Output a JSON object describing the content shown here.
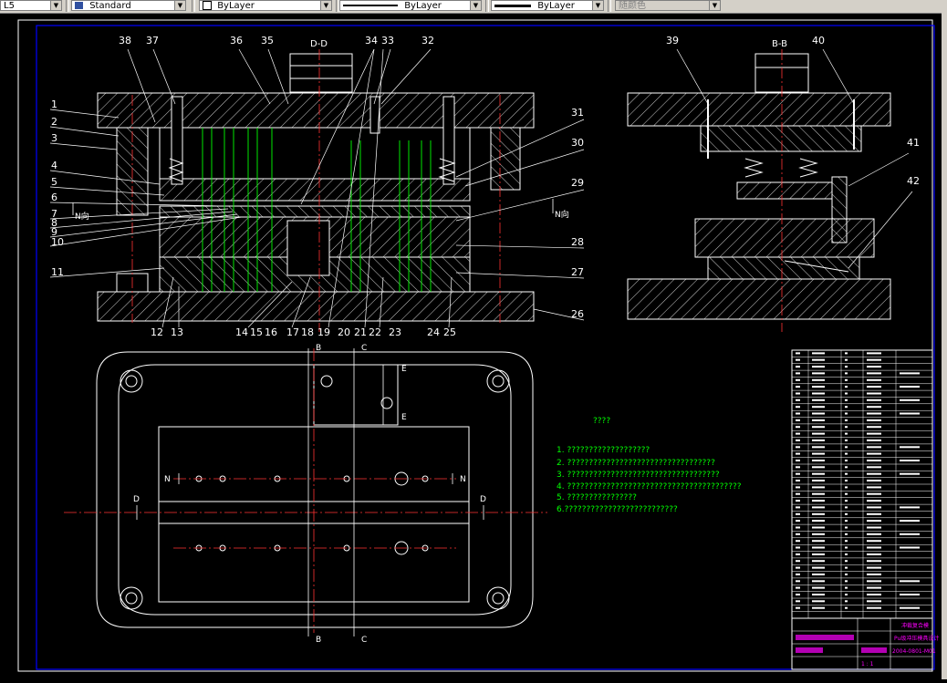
{
  "toolbar": {
    "textstyle_prefix": "L5",
    "dimstyle": "Standard",
    "layer_color": "ByLayer",
    "linetype": "ByLayer",
    "lineweight": "ByLayer",
    "plotstyle": "随颜色"
  },
  "drawing": {
    "section_dd": "D-D",
    "section_bb": "B-B",
    "n_dir_left": "N向",
    "n_dir_right": "N向",
    "tech_title": "????",
    "notes": [
      "1. ???????????????????",
      "2. ??????????????????????????????????",
      "3. ???????????????????????????????????",
      "4. ????????????????????????????????????????",
      "5. ????????????????",
      "6.??????????????????????????"
    ],
    "callouts_left": [
      "1",
      "2",
      "3",
      "4",
      "5",
      "6",
      "7",
      "8",
      "9",
      "10",
      "11"
    ],
    "callouts_top_left": [
      "38",
      "37",
      "36",
      "35",
      "34",
      "33",
      "32"
    ],
    "callouts_right": [
      "31",
      "30",
      "29",
      "28",
      "27",
      "26"
    ],
    "callouts_bottom": [
      "12",
      "13",
      "14",
      "15",
      "16",
      "17",
      "18",
      "19",
      "20",
      "21",
      "22",
      "23",
      "24",
      "25"
    ],
    "callouts_bb": [
      "39",
      "40",
      "41",
      "42"
    ],
    "plan_marks": {
      "b_top": "B",
      "c_top": "C",
      "e_top": "E",
      "b_bottom": "B",
      "c_bottom": "C",
      "e_bottom": "E",
      "d_left": "D",
      "d_right": "D",
      "n_left": "N",
      "n_right": "N"
    },
    "title_block": {
      "title1": "冲裁复合模",
      "title2": "Pu级冲压模具设计",
      "drawing_no": "2004-0801-M01",
      "scale": "1 : 1"
    }
  },
  "colors": {
    "background": "#000000",
    "geometry": "#ffffff",
    "hidden": "#00ff00",
    "centerline": "#ff3333",
    "frame": "#0000ff",
    "callout_text": "#ffffff",
    "notes": "#00ff00",
    "title_block_text": "#ff00ff",
    "toolbar": "#d4d0c8"
  }
}
